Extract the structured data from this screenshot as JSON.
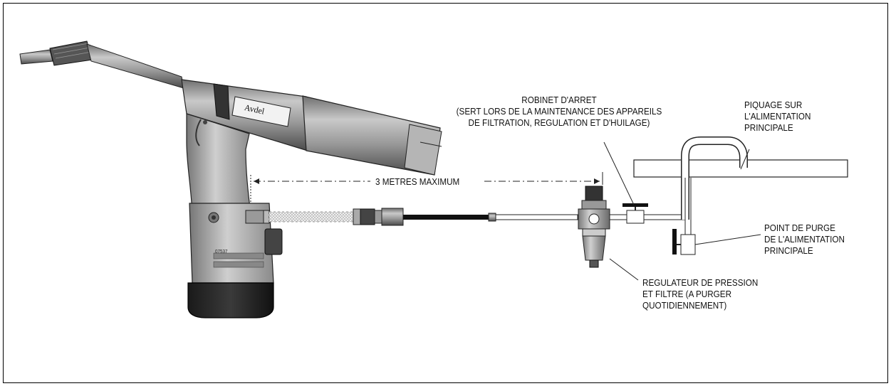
{
  "tool": {
    "brand": "Avdel",
    "model_plate": "07537",
    "serial": "07537"
  },
  "labels": {
    "distance": "3 METRES MAXIMUM",
    "shutoff_valve": [
      "ROBINET D'ARRET",
      "(SERT LORS DE LA MAINTENANCE DES APPAREILS",
      "DE FILTRATION, REGULATION ET D'HUILAGE)"
    ],
    "main_supply_tap": [
      "PIQUAGE SUR",
      "L'ALIMENTATION",
      "PRINCIPALE"
    ],
    "drain_point": [
      "POINT DE PURGE",
      "DE L'ALIMENTATION",
      "PRINCIPALE"
    ],
    "regulator": [
      "REGULATEUR DE PRESSION",
      "ET FILTRE (A PURGER",
      "QUOTIDIENNEMENT)"
    ]
  }
}
